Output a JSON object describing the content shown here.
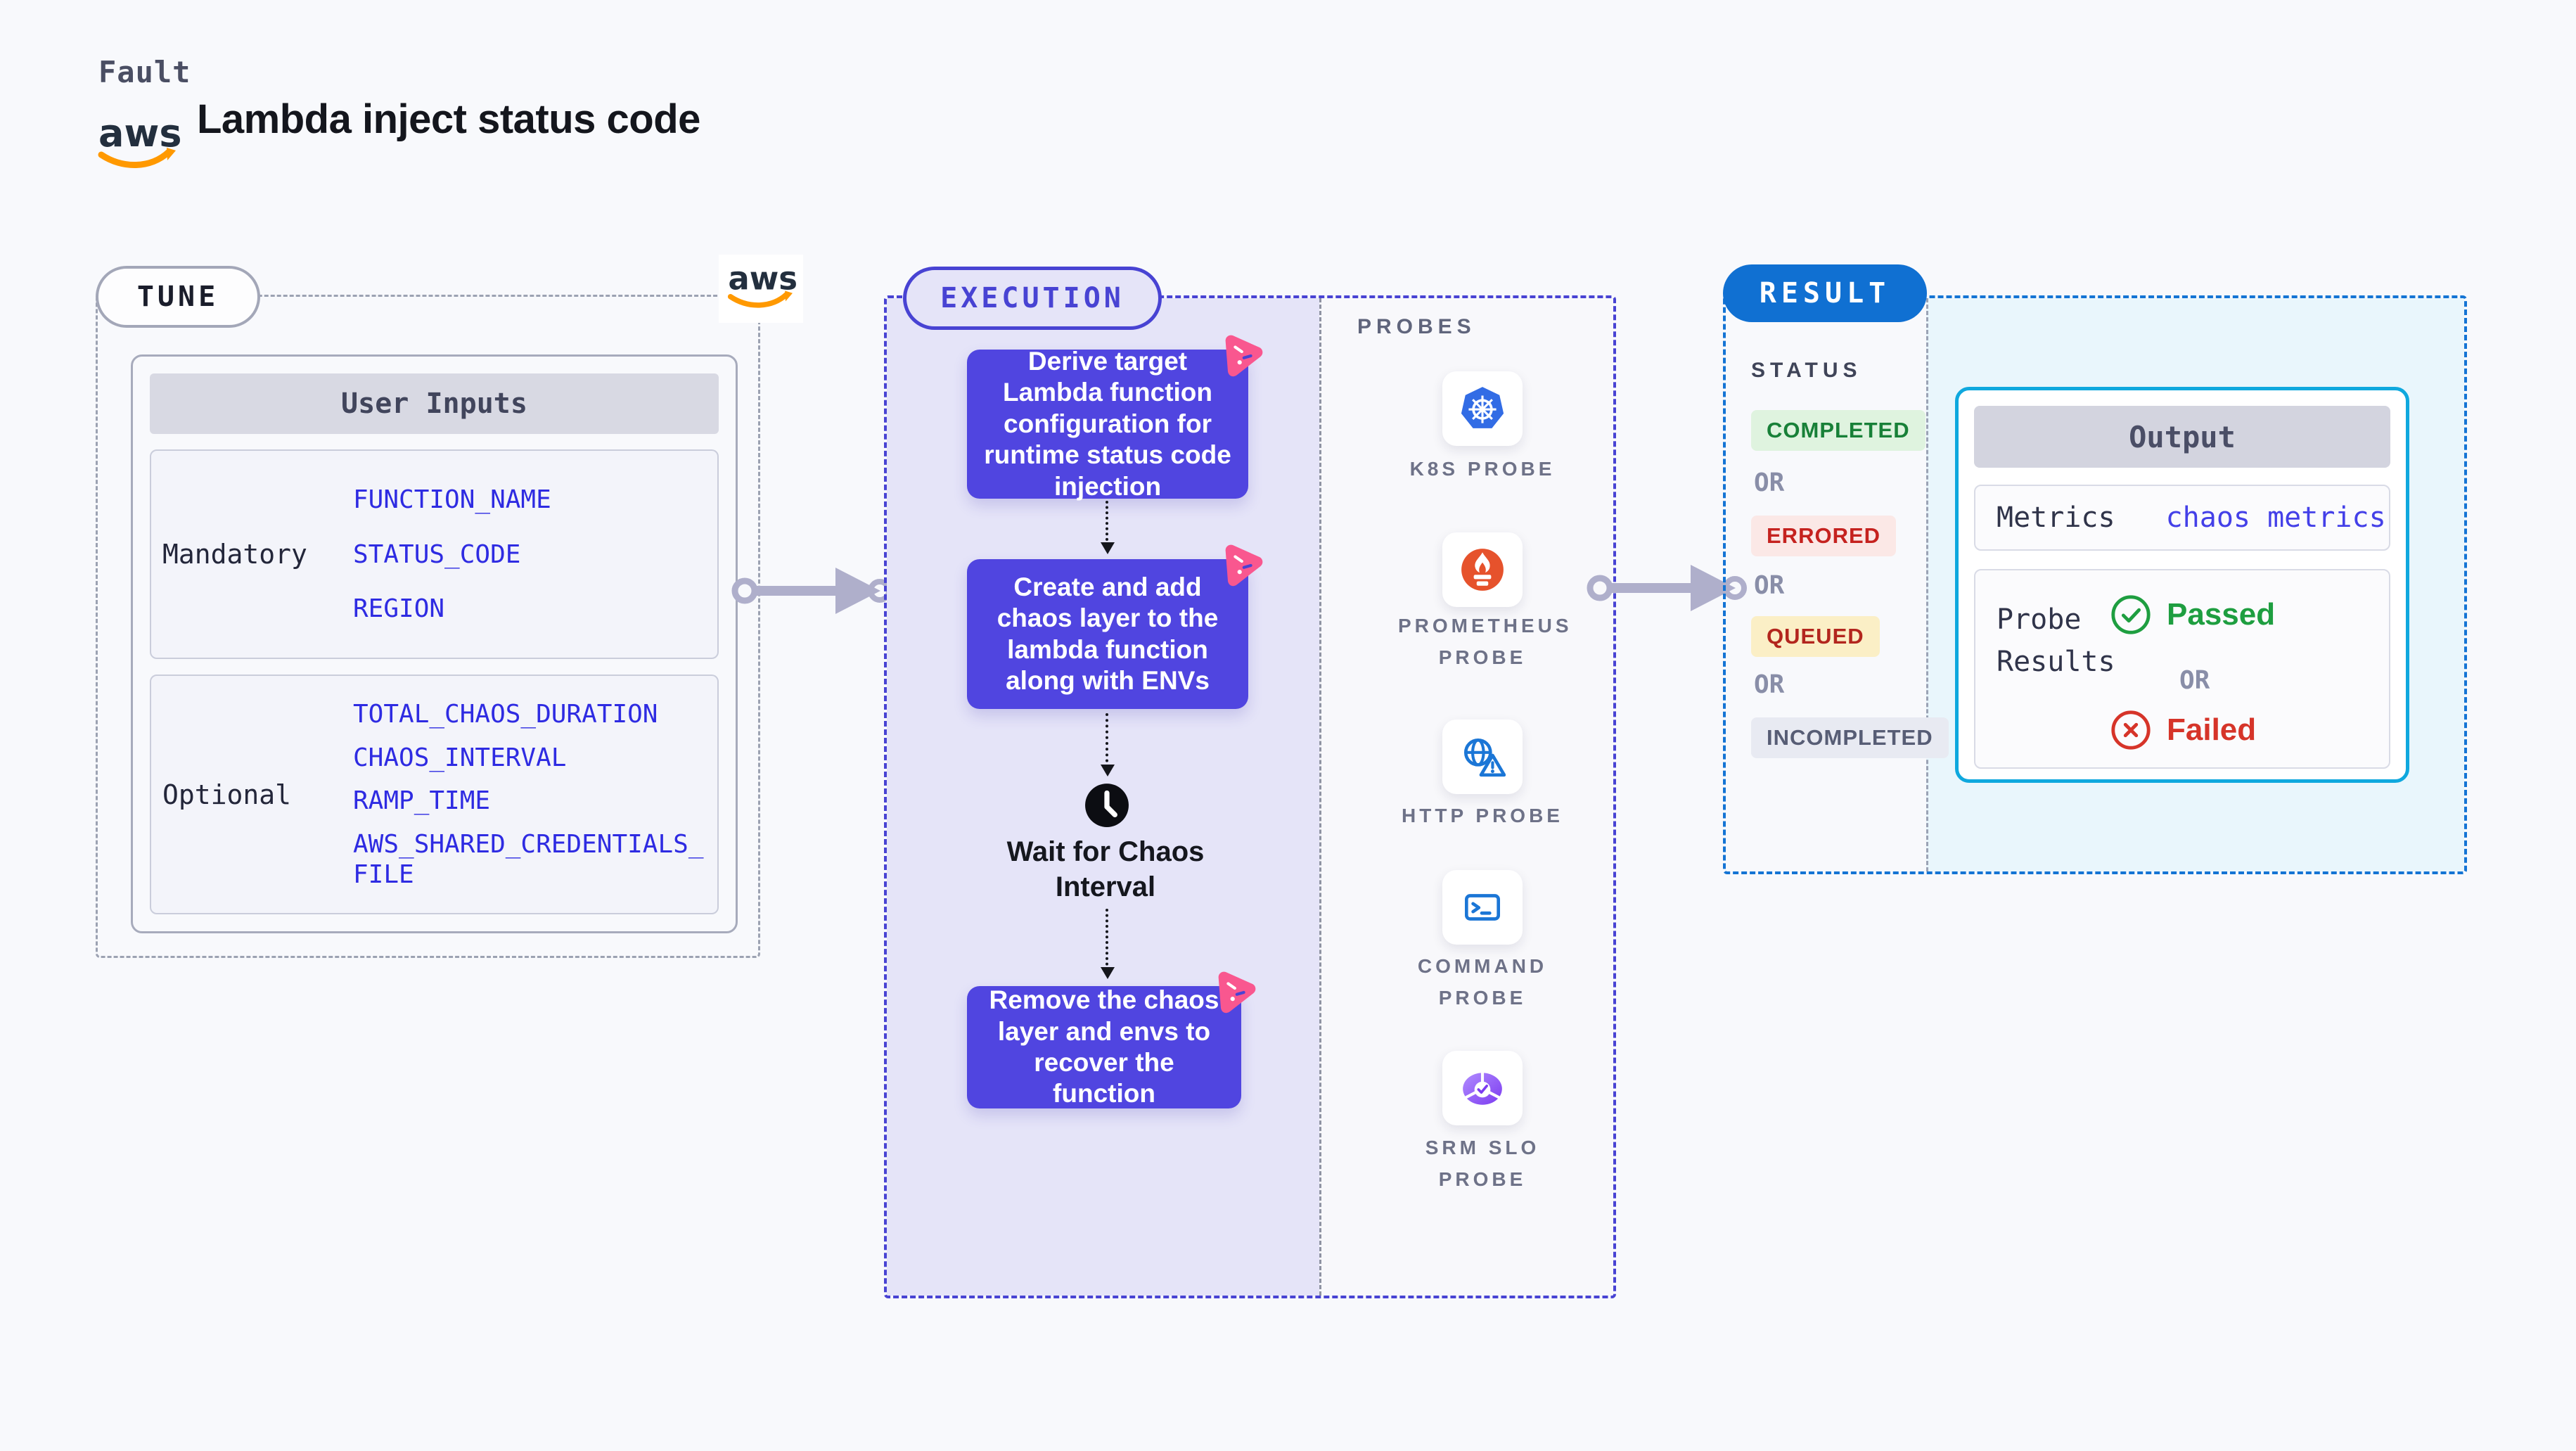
{
  "header": {
    "kicker": "Fault",
    "title": "Lambda inject status code"
  },
  "branding": {
    "aws_text": "aws"
  },
  "tune": {
    "badge": "TUNE",
    "table": {
      "title": "User Inputs",
      "rows": [
        {
          "label": "Mandatory",
          "params": [
            "FUNCTION_NAME",
            "STATUS_CODE",
            "REGION"
          ]
        },
        {
          "label": "Optional",
          "params": [
            "TOTAL_CHAOS_DURATION",
            "CHAOS_INTERVAL",
            "RAMP_TIME",
            "AWS_SHARED_CREDENTIALS_FILE"
          ]
        }
      ]
    }
  },
  "execution": {
    "badge": "EXECUTION",
    "steps": [
      {
        "text": "Derive target Lambda function configuration for runtime status code injection"
      },
      {
        "text": "Create and add chaos layer to the lambda function along with ENVs"
      },
      {
        "text": "Remove the chaos layer and envs to recover the function"
      }
    ],
    "wait_label": "Wait for Chaos Interval",
    "probes": {
      "title": "PROBES",
      "items": [
        {
          "label": "K8S PROBE",
          "icon": "kubernetes-icon"
        },
        {
          "label": "PROMETHEUS PROBE",
          "icon": "prometheus-icon"
        },
        {
          "label": "HTTP PROBE",
          "icon": "http-globe-warning-icon"
        },
        {
          "label": "COMMAND PROBE",
          "icon": "terminal-icon"
        },
        {
          "label": "SRM SLO PROBE",
          "icon": "slo-pie-check-icon"
        }
      ]
    }
  },
  "result": {
    "badge": "RESULT",
    "status": {
      "title": "STATUS",
      "separator": "OR",
      "items": [
        {
          "label": "COMPLETED",
          "color": "#188038",
          "bg": "#DFF3DF"
        },
        {
          "label": "ERRORED",
          "color": "#C5221F",
          "bg": "#FBE8E6"
        },
        {
          "label": "QUEUED",
          "color": "#B3261E",
          "bg": "#FBEFC6"
        },
        {
          "label": "INCOMPLETED",
          "color": "#575D75",
          "bg": "#E8EAF2"
        }
      ]
    },
    "output": {
      "title": "Output",
      "metrics_label": "Metrics",
      "metrics_value": "chaos metrics",
      "probe_results_label": "Probe Results",
      "passed_label": "Passed",
      "failed_label": "Failed",
      "separator": "OR"
    }
  },
  "colors": {
    "page_bg": "#F8F9FC",
    "execution_accent": "#4843D3",
    "execution_bg": "#E5E4F8",
    "step_box": "#5045E0",
    "result_accent": "#1474D4",
    "result_pill_bg": "#1070D2",
    "result_bg": "#E9F6FC",
    "output_border": "#0FA8DE",
    "param_text": "#2E2BE2",
    "arrow": "#AFAFCB",
    "aws_orange": "#FF9900",
    "litmus_pink": "#F9578F",
    "kubernetes_blue": "#326CE5",
    "prometheus_orange": "#E6522C",
    "probe_icon_blue": "#1B76D6",
    "passed_green": "#1E9E40",
    "failed_red": "#D63429"
  }
}
